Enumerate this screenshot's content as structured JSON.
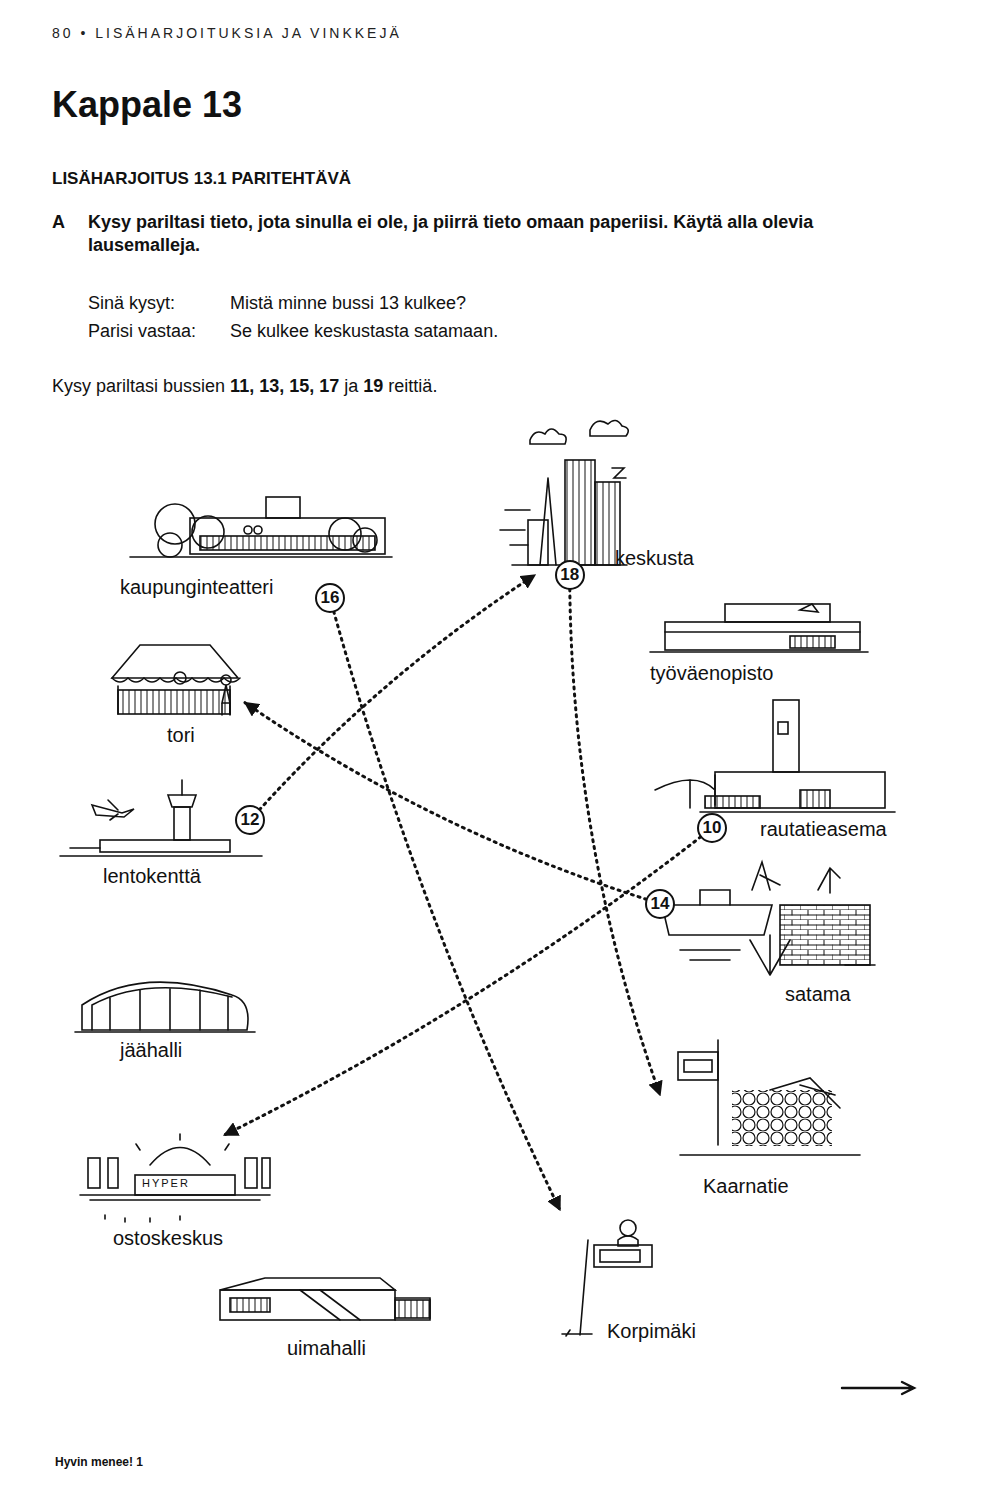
{
  "diagram": {
    "title": "Kappale 13",
    "nodes": [
      {
        "text": [
          "keskusta"
        ]
      },
      {
        "text": [
          "kaupunginteatteri"
        ]
      },
      {
        "text": [
          "työväenopisto"
        ]
      },
      {
        "text": [
          "tori"
        ]
      },
      {
        "text": [
          "rautatieasema"
        ]
      },
      {
        "text": [
          "lentokenttä"
        ]
      },
      {
        "text": [
          "satama"
        ]
      },
      {
        "text": [
          "jäähalli"
        ]
      },
      {
        "text": [
          "Kaarnatie"
        ]
      },
      {
        "text": [
          "ostoskeskus"
        ]
      },
      {
        "text": [
          "Korpimäki"
        ]
      },
      {
        "text": [
          "uimahalli"
        ]
      }
    ],
    "edges": [
      {
        "from": 1,
        "to": 10,
        "arrow": "to",
        "label": "16"
      },
      {
        "from": 0,
        "to": 8,
        "arrow": "to",
        "label": "18"
      },
      {
        "from": 5,
        "to": 0,
        "arrow": "to",
        "label": "12"
      },
      {
        "from": 6,
        "to": 3,
        "arrow": "to",
        "label": "14"
      },
      {
        "from": 4,
        "to": 9,
        "arrow": "to",
        "label": "10"
      }
    ],
    "labels": [
      "80 • LISÄHARJOITUKSIA JA VINKKEJÄ",
      "LISÄHARJOITUS 13.1 PARITEHTÄVÄ",
      "A",
      "Kysy pariltasi tieto, jota sinulla ei ole, ja piirrä tieto omaan paperiisi. Käytä alla olevia lausemalleja.",
      "Sinä kysyt:",
      "Mistä minne bussi 13 kulkee?",
      "Parisi vastaa:",
      "Se kulkee keskustasta satamaan.",
      "Kysy pariltasi bussien",
      "11, 13, 15, 17",
      "ja",
      "19",
      "reittiä.",
      "Hyvin menee! 1",
      "HYPER"
    ]
  }
}
